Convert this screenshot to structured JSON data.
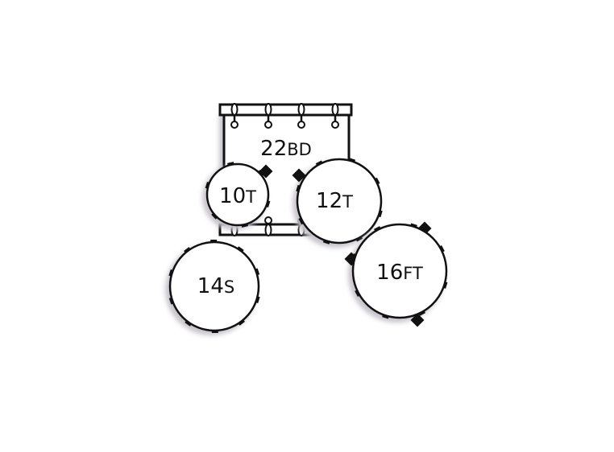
{
  "drums": [
    {
      "id": "bass",
      "size": "22",
      "type": "BD"
    },
    {
      "id": "tom10",
      "size": "10",
      "type": "T"
    },
    {
      "id": "tom12",
      "size": "12",
      "type": "T"
    },
    {
      "id": "snare",
      "size": "14",
      "type": "S"
    },
    {
      "id": "floor",
      "size": "16",
      "type": "FT"
    }
  ],
  "colors": {
    "outline": "#111111",
    "fill": "#ffffff",
    "shadow": "#c8c4cc"
  }
}
